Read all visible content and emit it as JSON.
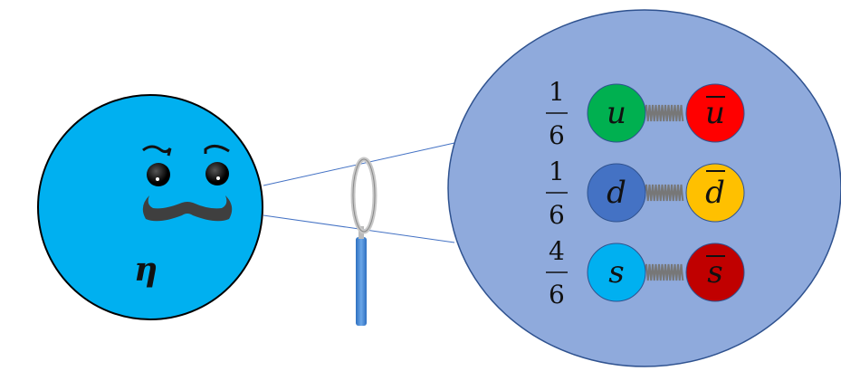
{
  "particle": {
    "label": "η",
    "color": "#00b0f0"
  },
  "zoom_circle_color": "#8faadc",
  "rows": [
    {
      "fraction_num": "1",
      "fraction_den": "6",
      "quark": "u",
      "antiquark": "u",
      "quark_color": "#00b050",
      "antiquark_color": "#ff0000"
    },
    {
      "fraction_num": "1",
      "fraction_den": "6",
      "quark": "d",
      "antiquark": "d",
      "quark_color": "#4472c4",
      "antiquark_color": "#ffc000"
    },
    {
      "fraction_num": "4",
      "fraction_den": "6",
      "quark": "s",
      "antiquark": "s",
      "quark_color": "#00b0f0",
      "antiquark_color": "#c00000"
    }
  ]
}
